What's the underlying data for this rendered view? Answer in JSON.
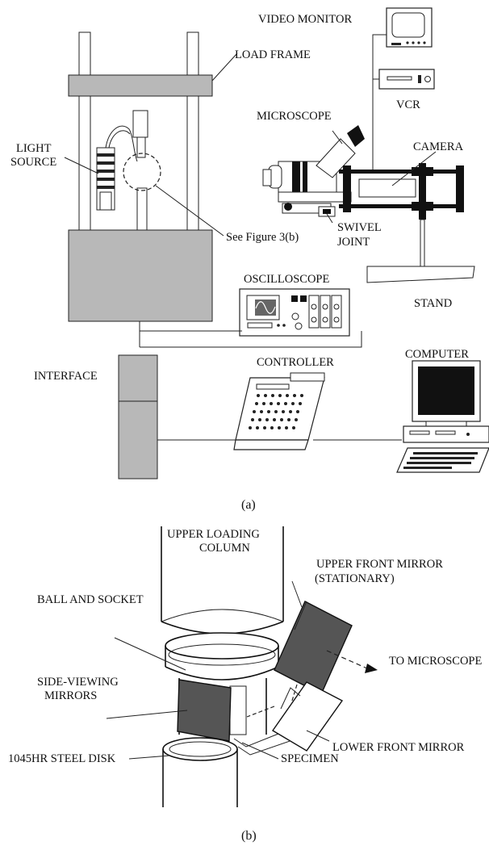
{
  "figure_a": {
    "caption": "(a)",
    "labels": {
      "video_monitor": "VIDEO MONITOR",
      "load_frame": "LOAD FRAME",
      "vcr": "VCR",
      "microscope": "MICROSCOPE",
      "camera": "CAMERA",
      "light_source_line1": "LIGHT",
      "light_source_line2": "SOURCE",
      "see_figure": "See Figure 3(b)",
      "swivel_joint_line1": "SWIVEL",
      "swivel_joint_line2": "JOINT",
      "oscilloscope": "OSCILLOSCOPE",
      "stand": "STAND",
      "interface": "INTERFACE",
      "controller": "CONTROLLER",
      "computer": "COMPUTER"
    }
  },
  "figure_b": {
    "caption": "(b)",
    "labels": {
      "upper_loading_column_line1": "UPPER LOADING",
      "upper_loading_column_line2": "COLUMN",
      "upper_front_mirror_line1": "UPPER FRONT MIRROR",
      "upper_front_mirror_line2": "(STATIONARY)",
      "ball_and_socket": "BALL AND SOCKET",
      "to_microscope": "TO MICROSCOPE",
      "side_viewing_line1": "SIDE-VIEWING",
      "side_viewing_line2": "MIRRORS",
      "lower_front_mirror": "LOWER FRONT MIRROR",
      "steel_disk": "1045HR STEEL DISK",
      "specimen": "SPECIMEN"
    }
  }
}
